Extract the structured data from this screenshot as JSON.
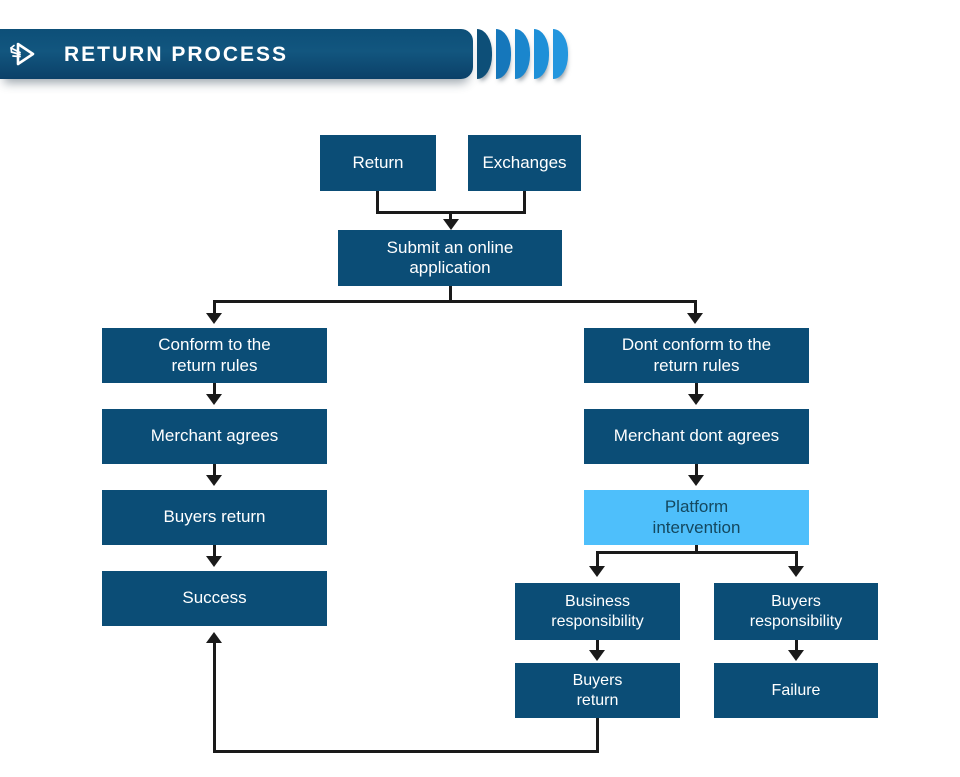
{
  "header": {
    "title": "RETURN PROCESS",
    "logo_icon": "play-triangle-arrow-icon",
    "banner_color": "#0d4f78",
    "bars": [
      {
        "color": "#0d4f78"
      },
      {
        "color": "#1577bb"
      },
      {
        "color": "#1a86cd"
      },
      {
        "color": "#1e90d8"
      },
      {
        "color": "#2496de"
      }
    ]
  },
  "diagram": {
    "colors": {
      "node": "#0b4d76",
      "node_text": "#ffffff",
      "highlight": "#4ebffb",
      "highlight_text": "#14485f",
      "connector": "#1a1a1a",
      "background": "#ffffff"
    },
    "nodes": [
      {
        "id": "return",
        "label": "Return",
        "highlight": false
      },
      {
        "id": "exchanges",
        "label": "Exchanges",
        "highlight": false
      },
      {
        "id": "submit",
        "label": "Submit an online\napplication",
        "highlight": false
      },
      {
        "id": "conform",
        "label": "Conform to the\nreturn rules",
        "highlight": false
      },
      {
        "id": "merchant-agrees",
        "label": "Merchant agrees",
        "highlight": false
      },
      {
        "id": "buyers-return-left",
        "label": "Buyers return",
        "highlight": false
      },
      {
        "id": "success",
        "label": "Success",
        "highlight": false
      },
      {
        "id": "dont-conform",
        "label": "Dont conform to the\nreturn rules",
        "highlight": false
      },
      {
        "id": "merchant-dont-agrees",
        "label": "Merchant dont agrees",
        "highlight": false
      },
      {
        "id": "platform-intervention",
        "label": "Platform\nintervention",
        "highlight": true
      },
      {
        "id": "business-responsibility",
        "label": "Business\nresponsibility",
        "highlight": false
      },
      {
        "id": "buyers-responsibility",
        "label": "Buyers\nresponsibility",
        "highlight": false
      },
      {
        "id": "buyers-return-bottom",
        "label": "Buyers\nreturn",
        "highlight": false
      },
      {
        "id": "failure",
        "label": "Failure",
        "highlight": false
      }
    ],
    "edges": [
      {
        "from": "return",
        "to": "submit"
      },
      {
        "from": "exchanges",
        "to": "submit"
      },
      {
        "from": "submit",
        "to": "conform"
      },
      {
        "from": "submit",
        "to": "dont-conform"
      },
      {
        "from": "conform",
        "to": "merchant-agrees"
      },
      {
        "from": "merchant-agrees",
        "to": "buyers-return-left"
      },
      {
        "from": "buyers-return-left",
        "to": "success"
      },
      {
        "from": "dont-conform",
        "to": "merchant-dont-agrees"
      },
      {
        "from": "merchant-dont-agrees",
        "to": "platform-intervention"
      },
      {
        "from": "platform-intervention",
        "to": "business-responsibility"
      },
      {
        "from": "platform-intervention",
        "to": "buyers-responsibility"
      },
      {
        "from": "business-responsibility",
        "to": "buyers-return-bottom"
      },
      {
        "from": "buyers-responsibility",
        "to": "failure"
      },
      {
        "from": "buyers-return-bottom",
        "to": "success"
      }
    ]
  }
}
